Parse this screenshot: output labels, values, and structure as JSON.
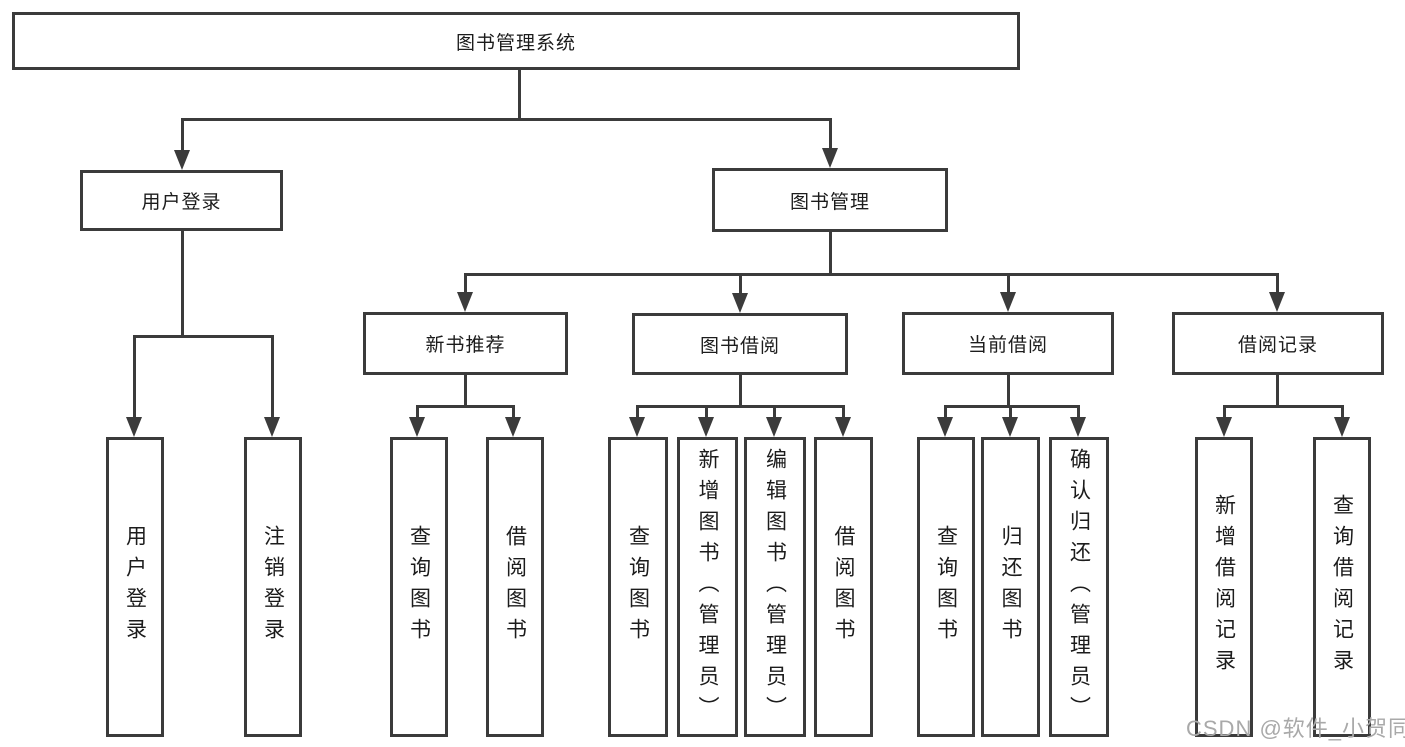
{
  "colors": {
    "background": "#ffffff",
    "box_border": "#3b3b3b",
    "connector_line": "#3b3b3b",
    "text": "#1c1c1c",
    "watermark_text": "#a9a9a9"
  },
  "tree": {
    "root": "图书管理系统",
    "branches": [
      {
        "label": "用户登录",
        "children": [
          {
            "label": "用户登录"
          },
          {
            "label": "注销登录"
          }
        ]
      },
      {
        "label": "图书管理",
        "children": [
          {
            "label": "新书推荐",
            "children": [
              {
                "label": "查询图书"
              },
              {
                "label": "借阅图书"
              }
            ]
          },
          {
            "label": "图书借阅",
            "children": [
              {
                "label": "查询图书"
              },
              {
                "label": "新增图书（管理员）"
              },
              {
                "label": "编辑图书（管理员）"
              },
              {
                "label": "借阅图书"
              }
            ]
          },
          {
            "label": "当前借阅",
            "children": [
              {
                "label": "查询图书"
              },
              {
                "label": "归还图书"
              },
              {
                "label": "确认归还（管理员）"
              }
            ]
          },
          {
            "label": "借阅记录",
            "children": [
              {
                "label": "新增借阅记录"
              },
              {
                "label": "查询借阅记录"
              }
            ]
          }
        ]
      }
    ]
  },
  "watermark": "CSDN @软件_小贺同学"
}
